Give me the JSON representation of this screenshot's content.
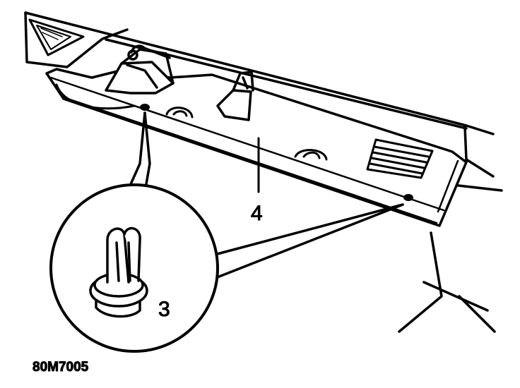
{
  "figure": {
    "callouts": [
      {
        "id": "clip",
        "label": "3"
      },
      {
        "id": "panel",
        "label": "4"
      }
    ],
    "reference": "80M7005",
    "colors": {
      "ink": "#000000",
      "paper": "#ffffff"
    }
  }
}
